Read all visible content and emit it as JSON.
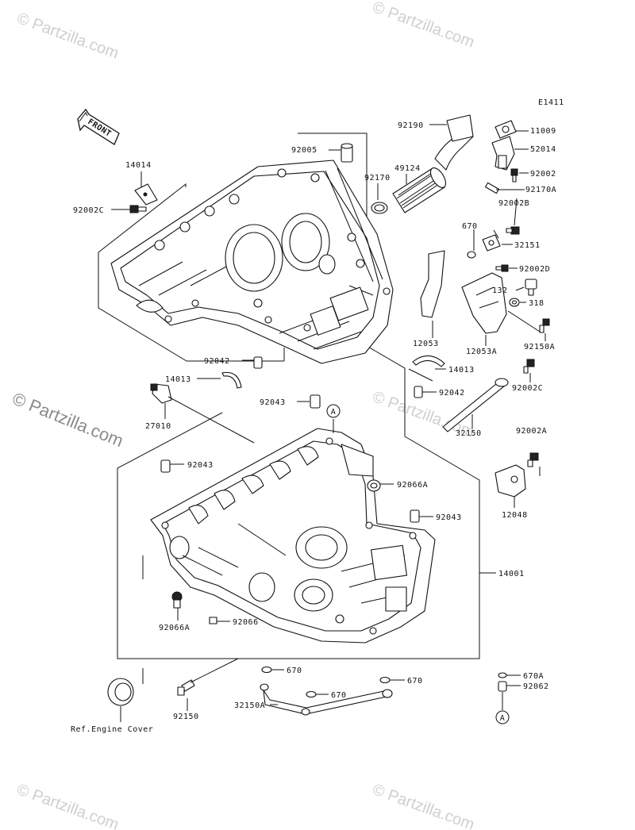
{
  "diagram_code": "E1411",
  "front_label": "FRONT",
  "watermarks": {
    "small": "© Partzilla.com",
    "big": "© Partzilla.com"
  },
  "labels": {
    "p92190": "92190",
    "p11009": "11009",
    "p52014": "52014",
    "p92002": "92002",
    "p92170A": "92170A",
    "p92002B": "92002B",
    "p49124": "49124",
    "p92170": "92170",
    "p92005": "92005",
    "p14014": "14014",
    "p92002C_top": "92002C",
    "p670_a": "670",
    "p32151": "32151",
    "p92002D": "92002D",
    "p132": "132",
    "p318": "318",
    "p92150A": "92150A",
    "p12053": "12053",
    "p12053A": "12053A",
    "p14013_right": "14013",
    "p92042_right": "92042",
    "p92002C_right": "92002C",
    "p32150": "32150",
    "p92042_left": "92042",
    "p14013_left": "14013",
    "p27010": "27010",
    "p92043_top": "92043",
    "p92043_left": "92043",
    "p92066A_right": "92066A",
    "p92043_right": "92043",
    "p92002A": "92002A",
    "p12048": "12048",
    "p14001": "14001",
    "p92066A_left": "92066A",
    "p92066": "92066",
    "p670_b": "670",
    "p670_c": "670",
    "p670_d": "670",
    "p32150A": "32150A",
    "p92150": "92150",
    "p670A": "670A",
    "p92062": "92062",
    "ref_engine_cover": "Ref.Engine Cover",
    "callout_A_top": "A",
    "callout_A_bottom": "A"
  }
}
